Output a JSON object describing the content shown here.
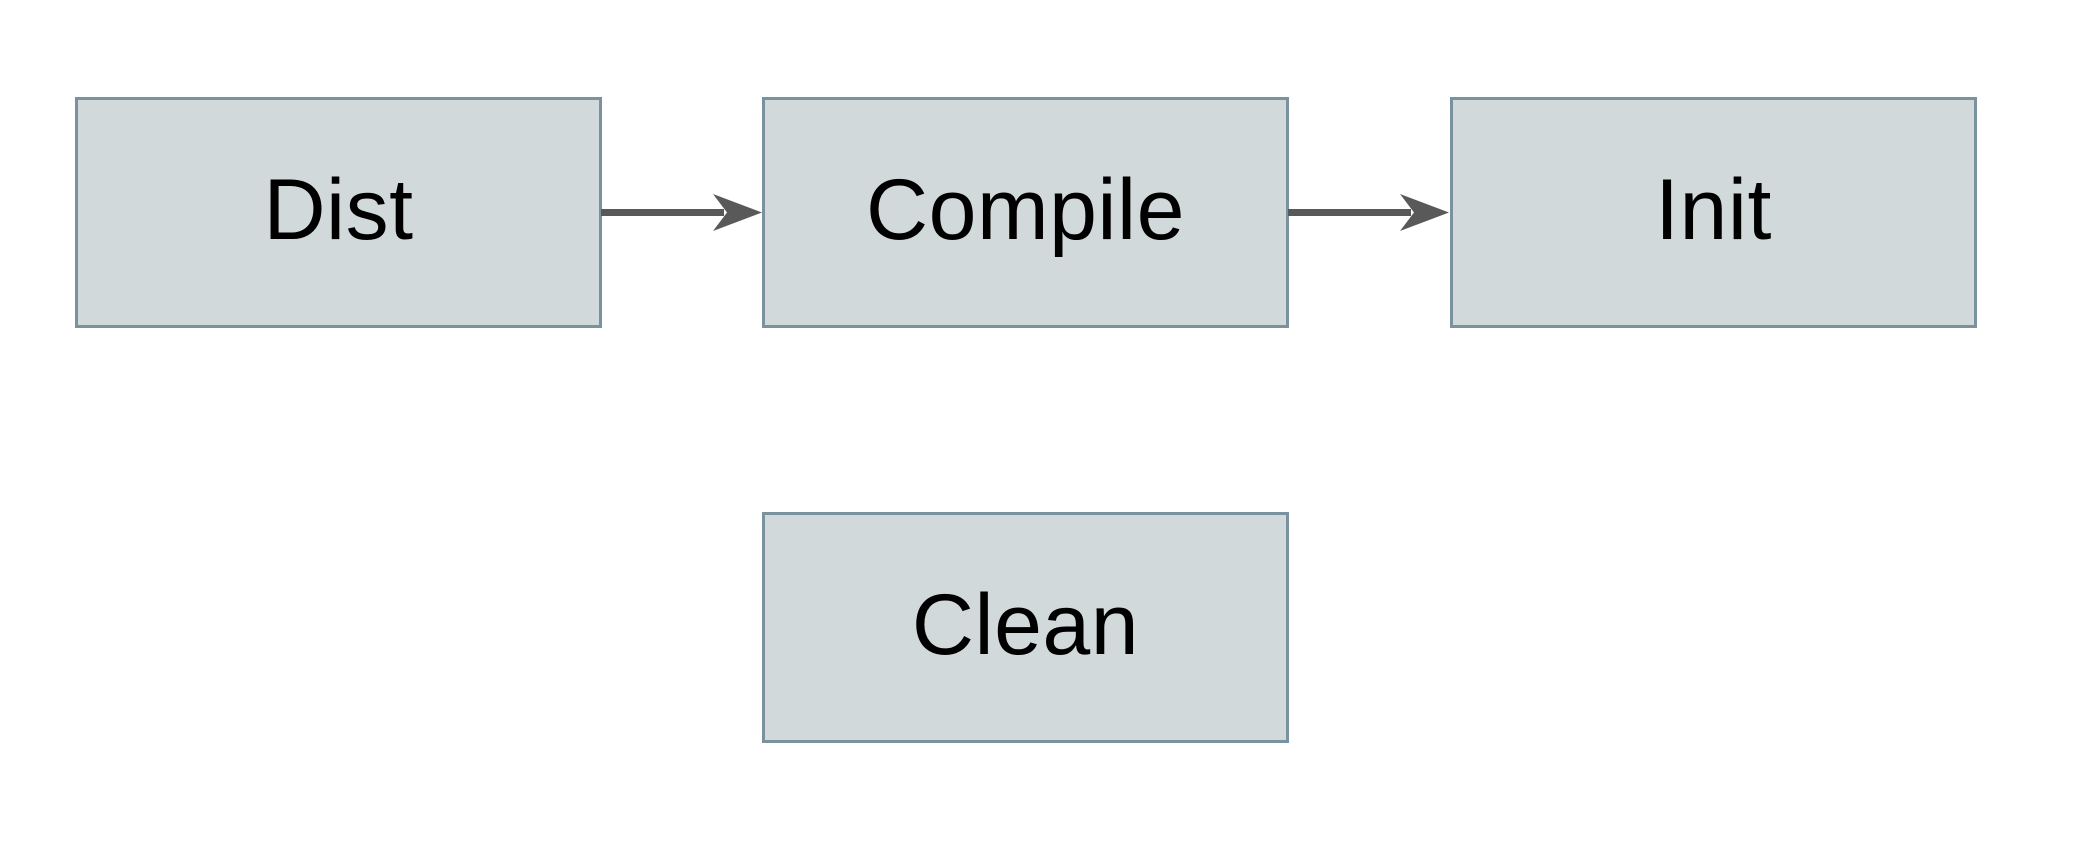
{
  "diagram": {
    "type": "flowchart",
    "nodes": [
      {
        "id": "dist",
        "label": "Dist"
      },
      {
        "id": "compile",
        "label": "Compile"
      },
      {
        "id": "init",
        "label": "Init"
      },
      {
        "id": "clean",
        "label": "Clean"
      }
    ],
    "edges": [
      {
        "from": "Dist",
        "to": "Compile",
        "direction": "right"
      },
      {
        "from": "Compile",
        "to": "Init",
        "direction": "right"
      }
    ]
  },
  "colors": {
    "background": "#ffffff",
    "node-fill": "#d2d9db",
    "node-border": "#7a929e",
    "arrow": "#595959",
    "text": "#000000"
  }
}
